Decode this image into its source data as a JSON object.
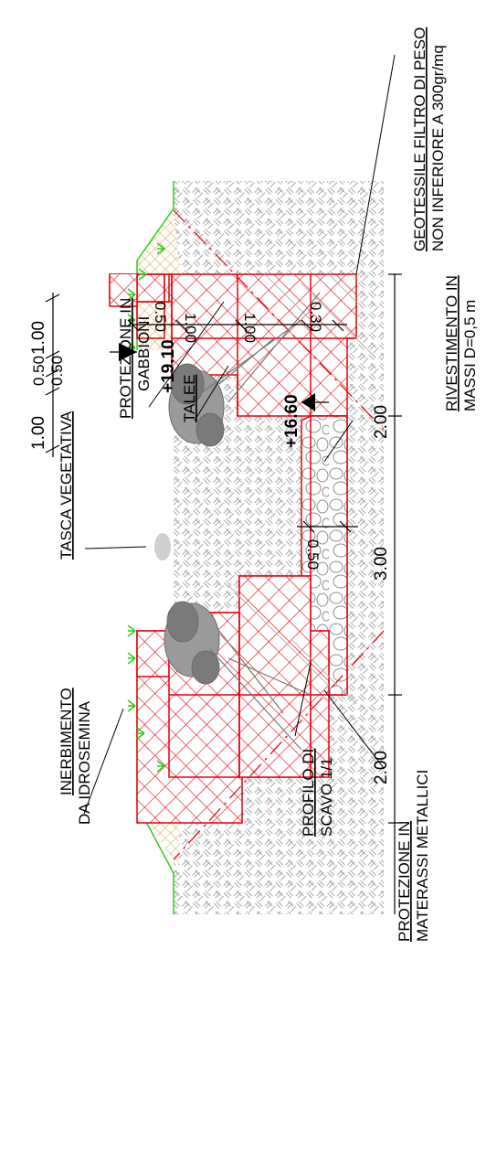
{
  "labels": {
    "inerbimento_1": "INERBIMENTO",
    "inerbimento_2": "DA IDROSEMINA",
    "tasca": "TASCA VEGETATIVA",
    "gabbioni_1": "PROTEZIONE IN",
    "gabbioni_2": "GABBIONI",
    "talee": "TALEE",
    "profilo_1": "PROFILO DI",
    "profilo_2": "SCAVO 1/1",
    "materassi_1": "PROTEZIONE IN",
    "materassi_2": "MATERASSI METALLICI",
    "rivestimento_1": "RIVESTIMENTO IN",
    "rivestimento_2": "MASSI D=0,5 m",
    "geotessile_1": "GEOTESSILE FILTRO DI PESO",
    "geotessile_2": "NON INFERIORE A 300gr/mq"
  },
  "elevations": {
    "top": "+19.10",
    "bottom": "+16.60"
  },
  "dimensions": {
    "bank_left": "2.00",
    "bed": "3.00",
    "bank_right": "2.00",
    "top_1": "1.00",
    "top_2": "0.50",
    "top_3": "0.50",
    "top_4": "1.00",
    "vert_1": "0.50",
    "vert_2": "1.00",
    "vert_3": "1.00",
    "vert_4": "0.30",
    "bed_depth": "0.50"
  },
  "colors": {
    "gabion": "#e8000b",
    "soil_hatch": "#9a9a9a",
    "grass": "#2ecc1a",
    "topsoil": "#d7a23a",
    "excavation": "#e8000b",
    "rock": "#8e8e8e"
  }
}
